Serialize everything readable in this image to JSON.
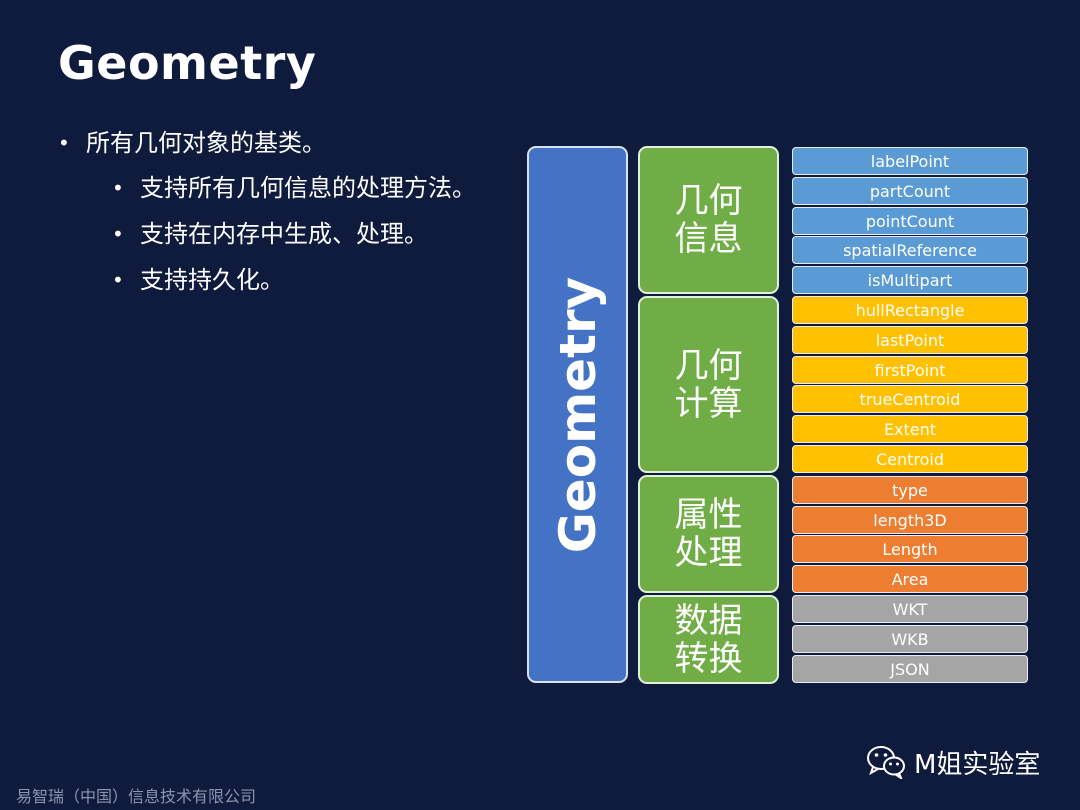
{
  "title": "Geometry",
  "bullets": [
    {
      "text": "所有几何对象的基类。",
      "level": 1
    },
    {
      "text": "支持所有几何信息的处理方法。",
      "level": 2
    },
    {
      "text": "支持在内存中生成、处理。",
      "level": 2
    },
    {
      "text": "支持持久化。",
      "level": 2
    }
  ],
  "diagram": {
    "root": "Geometry",
    "groups": [
      {
        "label": "几何信息",
        "items": [
          "labelPoint",
          "partCount",
          "pointCount",
          "spatialReference",
          "isMultipart"
        ],
        "color": "#5b9bd5"
      },
      {
        "label": "几何计算",
        "items": [
          "hullRectangle",
          "lastPoint",
          "firstPoint",
          "trueCentroid",
          "Extent",
          "Centroid"
        ],
        "color": "#ffc000"
      },
      {
        "label": "属性处理",
        "items": [
          "type",
          "length3D",
          "Length",
          "Area"
        ],
        "color": "#ed7d31"
      },
      {
        "label": "数据转换",
        "items": [
          "WKT",
          "WKB",
          "JSON"
        ],
        "color": "#a5a5a5"
      }
    ],
    "root_color": "#4472c4",
    "group_color": "#70ad47"
  },
  "footer": "易智瑞（中国）信息技术有限公司",
  "brand": {
    "label": "M姐实验室",
    "icon": "wechat-icon"
  }
}
